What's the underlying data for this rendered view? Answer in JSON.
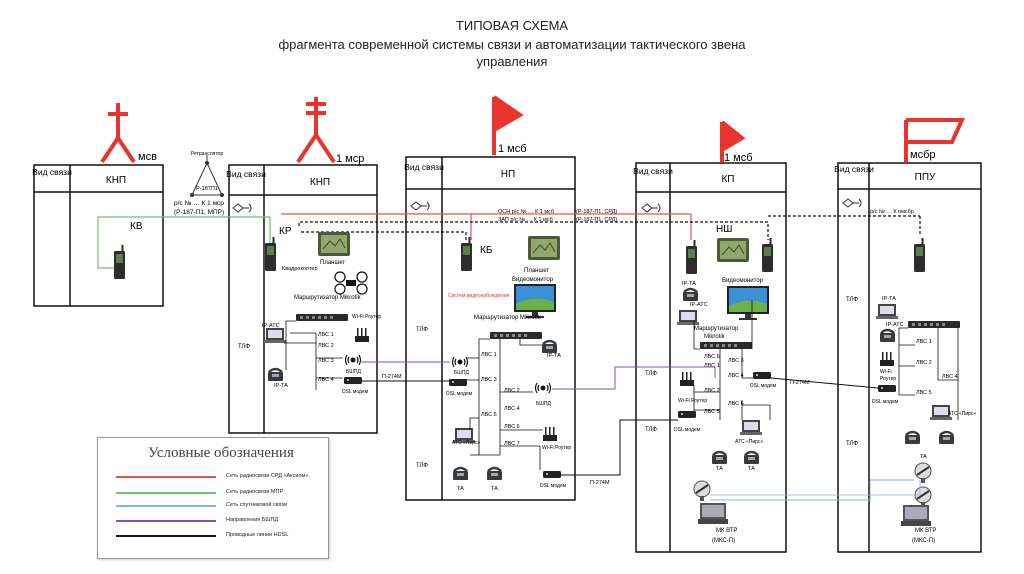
{
  "title": {
    "line1": "ТИПОВАЯ СХЕМА",
    "line2": "фрагмента современной системы связи и автоматизации тактического звена",
    "line3": "управления"
  },
  "colors": {
    "red": "#e8534d",
    "green": "#6cc46a",
    "lightblue": "#7fb6e3",
    "purple": "#8a4fb0",
    "black": "#111111",
    "symbol_red": "#e8342c"
  },
  "symbols": {
    "msv": "мсв",
    "msr": "1 мср",
    "msb_np": "1 мсб",
    "msb_kp": "1 мсб",
    "msbr": "мсбр"
  },
  "columns": {
    "vid_svyazi": "Вид связи",
    "knp1": "КНП",
    "knp2": "КНП",
    "np": "НП",
    "kp": "КП",
    "ppu": "ППУ"
  },
  "retranslator": {
    "top_label": "Ретранслятор",
    "device": "Р-187П1"
  },
  "links": {
    "rs1_line1": "р/с № … К 1 мср",
    "rs1_line2": "(Р-187-П1,  МПР)",
    "osn": "ОСН р/с № … К 1 мсб",
    "osn_paren": "(Р-187-П1, СРД)",
    "zap": "ЗАП р/с № … К 1 мсб",
    "zap_paren": "(Р-187-П1, СРД)",
    "rs_omsbr": "р/с № … К омсбр",
    "p274_1": "П-274М",
    "p274_2": "П-274М",
    "p274_3": "П-274М"
  },
  "rows": {
    "tlf": "ТЛФ"
  },
  "devices": {
    "kv": "КВ",
    "kr": "КР",
    "kb": "КБ",
    "nsh": "НШ",
    "planshet": "Планшет",
    "kvadrokopter": "Квадрокоптер",
    "router_mikrotik": "Маршрутизатор Mikrotik",
    "wifi_router": "Wi-Fi Роутер",
    "ip_ats": "IP-АТС",
    "ip_ta": "IP-ТА",
    "bshpd": "БШПД",
    "dsl_modem": "DSL модем",
    "videomonitor": "Видеомонитор",
    "video_system": "Систем видеонаблюдения",
    "ats_pirs": "АТС «Пирс»",
    "ta": "ТА",
    "mk_vtr": "МК ВТР",
    "mks_p": "(МКС-П)"
  },
  "ports": {
    "lvs1": "ЛВС 1",
    "lvs2": "ЛВС 2",
    "lvs3": "ЛВС 3",
    "lvs4": "ЛВС 4",
    "lvs5": "ЛВС 5",
    "lvs6": "ЛВС 6",
    "lvs7": "ЛВС 7"
  },
  "legend": {
    "title": "Условные обозначения",
    "items": [
      {
        "color": "#e8534d",
        "label": "Сеть радиосвязи СРД «Аксиом»"
      },
      {
        "color": "#6cc46a",
        "label": "Сеть радиосвязи МПР"
      },
      {
        "color": "#7fb6e3",
        "label": "Сеть спутниковой связи"
      },
      {
        "color": "#8a4fb0",
        "label": "Направления БШПД"
      },
      {
        "color": "#111111",
        "label": "Проводные линии HDSL"
      }
    ]
  }
}
